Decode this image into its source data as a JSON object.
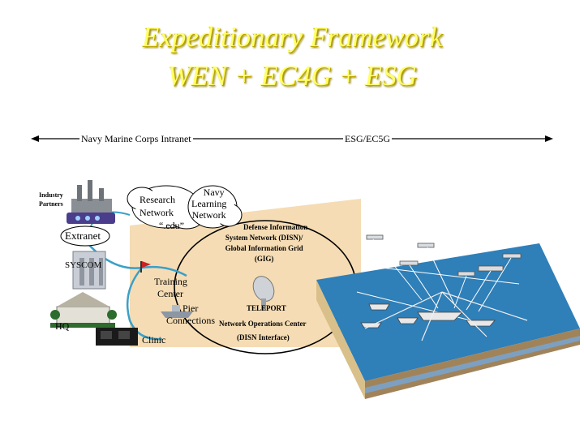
{
  "title": {
    "line1": "Expeditionary Framework",
    "line2": "WEN + EC4G + ESG"
  },
  "span": {
    "left_label": "Navy Marine Corps Intranet",
    "right_label": "ESG/EC5G"
  },
  "nodes": {
    "industry_line1": "Industry",
    "industry_line2": "Partners",
    "extranet": "Extranet",
    "syscom": "SYSCOM",
    "hq": "HQ",
    "research_line1": "Research",
    "research_line2": "Network",
    "research_line3": "“.edu”",
    "navy_learning_line1": "Navy",
    "navy_learning_line2": "Learning",
    "navy_learning_line3": "Network",
    "training_line1": "Training",
    "training_line2": "Center",
    "pier_line1": "Pier",
    "pier_line2": "Connections",
    "clinic": "Clinic",
    "disn_line1": "Defense Information",
    "disn_line2": "System Network (DISN)/",
    "disn_line3": "Global Information Grid",
    "disn_line4": "(GIG)",
    "teleport": "TELEPORT",
    "noc": "Network Operations Center",
    "disn_interface": "(DISN Interface)"
  },
  "colors": {
    "title": "#ffff66",
    "wedge": "#f5dcb4",
    "ocean": "#2f7fb8",
    "network_link": "#3aa0c8"
  }
}
